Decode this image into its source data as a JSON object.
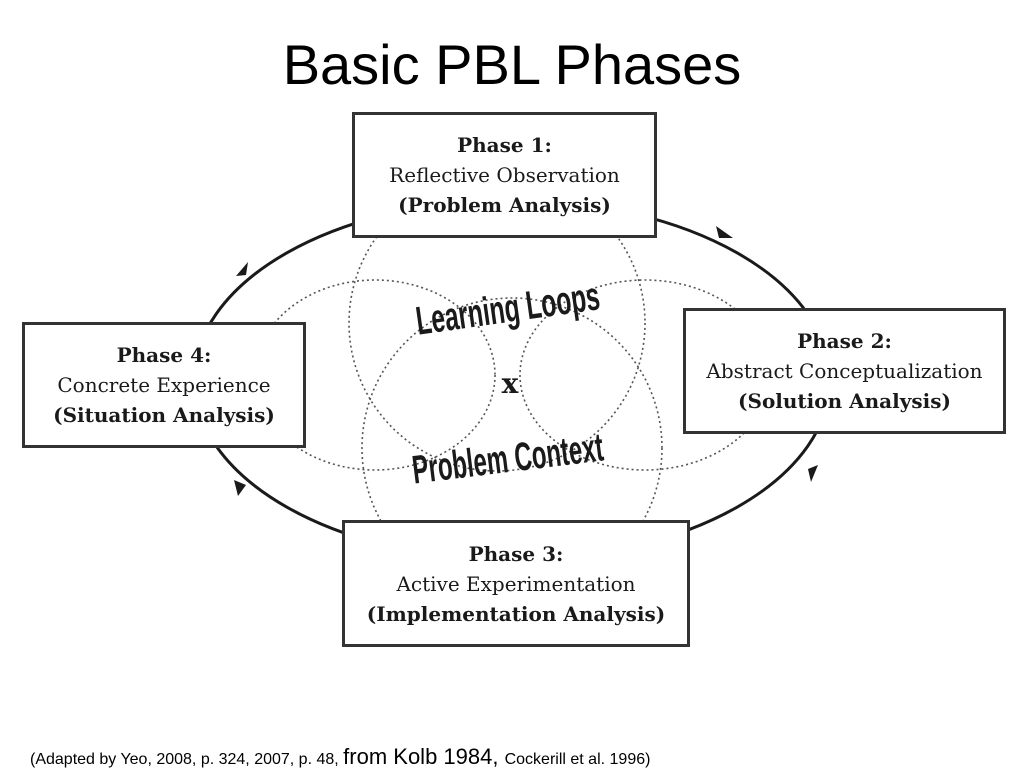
{
  "title": "Basic PBL Phases",
  "center": {
    "top_label": "Learning Loops",
    "operator": "x",
    "bottom_label": "Problem Context"
  },
  "phases": [
    {
      "title": "Phase 1:",
      "name": "Reflective Observation",
      "analysis": "(Problem Analysis)"
    },
    {
      "title": "Phase 2:",
      "name": "Abstract Conceptualization",
      "analysis": "(Solution Analysis)"
    },
    {
      "title": "Phase 3:",
      "name": "Active Experimentation",
      "analysis": "(Implementation Analysis)"
    },
    {
      "title": "Phase 4:",
      "name": "Concrete Experience",
      "analysis": "(Situation Analysis)"
    }
  ],
  "footer": {
    "part1": "(Adapted by Yeo, 2008, p. 324, 2007, p. 48, ",
    "part2": "from Kolb 1984, ",
    "part3": "Cockerill et al. 1996)"
  },
  "colors": {
    "box_border": "#333333",
    "ellipse": "#1a1a1a",
    "dotted": "#555555",
    "text": "#1a1a1a"
  }
}
